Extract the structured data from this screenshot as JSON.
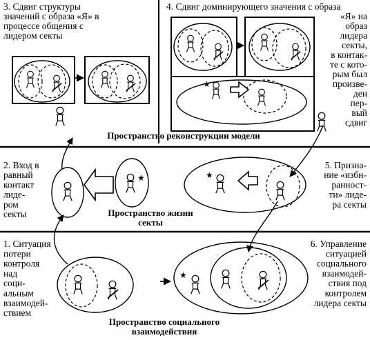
{
  "captions": {
    "c3": [
      "3. Сдвиг структуры",
      "значений с образа «Я» в",
      "процессе общения с",
      "лидером секты"
    ],
    "c4_top": "4. Сдвиг доминирующего значения с образа",
    "c4_side": [
      "«Я» на",
      "образ",
      "лидера",
      "секты,",
      "в контак-",
      "те с кото-",
      "рым был",
      "произве-",
      "ден",
      "пер-",
      "вый",
      "сдвиг"
    ],
    "c2": [
      "2. Вход в",
      "равный",
      "контакт",
      "лиде-",
      "ром",
      "секты"
    ],
    "c5": [
      "5. Призна-",
      "ние «избн-",
      "ранност-",
      "ти» лиде-",
      "ра секты"
    ],
    "c1": [
      "1. Ситуация",
      "потери",
      "контроля",
      "над",
      "соци-",
      "альным",
      "взаимодей-",
      "ствием"
    ],
    "c6": [
      "6. Управление",
      "ситуацией",
      "социального",
      "взаимодей-",
      "ствия под",
      "контролем",
      "лидера секты"
    ]
  },
  "spaces": {
    "reconstruction": "Пространство реконструкции модели",
    "sect_life": [
      "Пространство жизни",
      "секты"
    ],
    "social": [
      "Пространство социального",
      "взаимодействия"
    ]
  }
}
